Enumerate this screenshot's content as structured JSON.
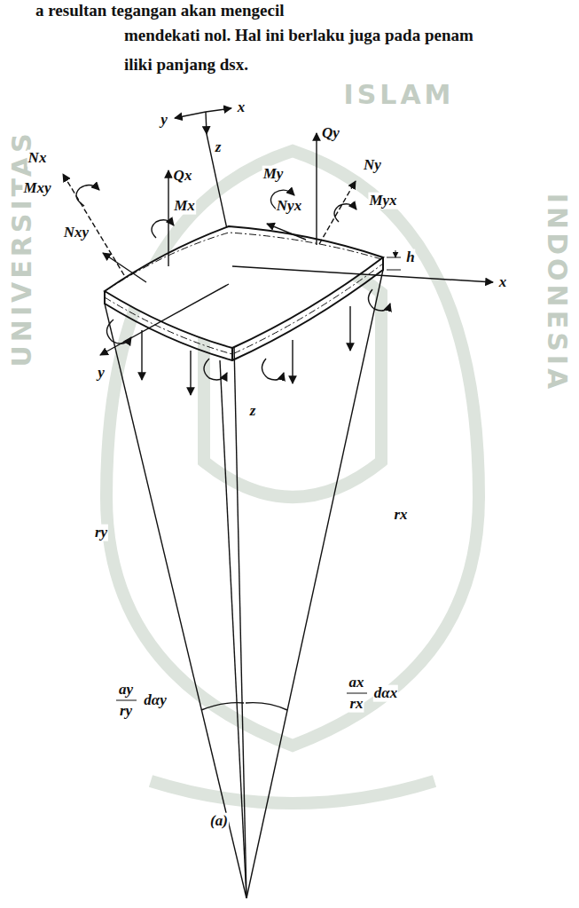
{
  "diagram": {
    "labels": [
      "a resultan tegangan akan mengecil",
      "mendekati nol. Hal ini berlaku juga pada penam",
      "iliki panjang dsx.",
      "UNIVERSITAS",
      "ISLAM",
      "INDONESIA",
      "y",
      "x",
      "z",
      "Qx",
      "Mx",
      "Nx",
      "Mxy",
      "Nxy",
      "Qy",
      "My",
      "Ny",
      "Myx",
      "Nyx",
      "h",
      "x",
      "y",
      "z",
      "ry",
      "rx",
      "ay",
      "ry",
      "dαy",
      "ax",
      "rx",
      "dαx",
      "(a)"
    ]
  }
}
